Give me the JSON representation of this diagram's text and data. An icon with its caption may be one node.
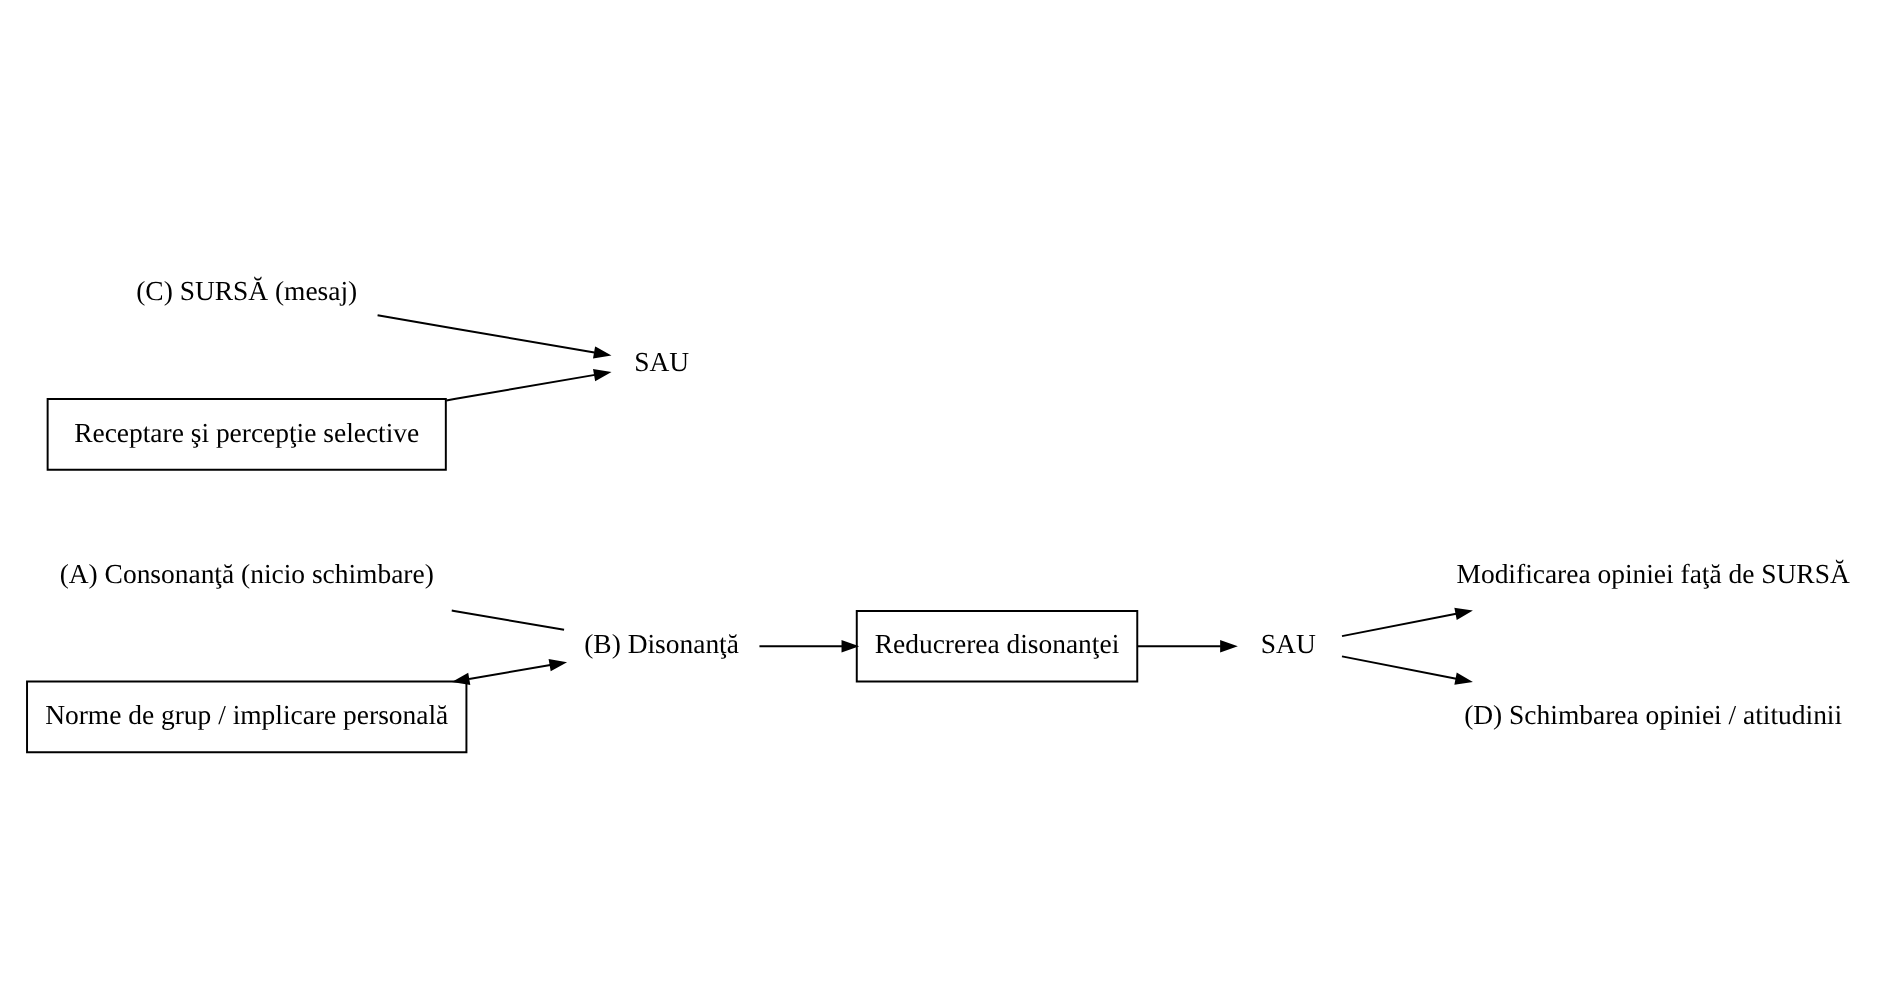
{
  "diagram": {
    "nodes": [
      {
        "text": [
          "(A) Consonanţă (nicio schimbare)"
        ]
      },
      {
        "text": [
          "(C) SURSĂ (mesaj)"
        ]
      },
      {
        "text": [
          "SAU"
        ]
      },
      {
        "text": [
          "(B) Disonanţă"
        ]
      },
      {
        "text": [
          "Receptare şi percepţie selective"
        ]
      },
      {
        "text": [
          "Reducrerea disonanţei"
        ]
      },
      {
        "text": [
          "SAU"
        ]
      },
      {
        "text": [
          "Modificarea opiniei faţă de SURSĂ"
        ]
      },
      {
        "text": [
          "Norme de grup / implicare personală"
        ]
      },
      {
        "text": [
          "(D) Schimbarea opiniei / atitudinii"
        ]
      }
    ],
    "edges": [
      {
        "from": 1,
        "to": 2,
        "arrow": "to"
      },
      {
        "from": 4,
        "to": 2,
        "arrow": "to"
      },
      {
        "from": 0,
        "to": 3,
        "arrow": "none"
      },
      {
        "from": 3,
        "to": 5,
        "arrow": "to"
      },
      {
        "from": 8,
        "to": 3,
        "arrow": "both"
      },
      {
        "from": 5,
        "to": 6,
        "arrow": "to"
      },
      {
        "from": 6,
        "to": 7,
        "arrow": "to"
      },
      {
        "from": 6,
        "to": 9,
        "arrow": "to"
      }
    ]
  }
}
